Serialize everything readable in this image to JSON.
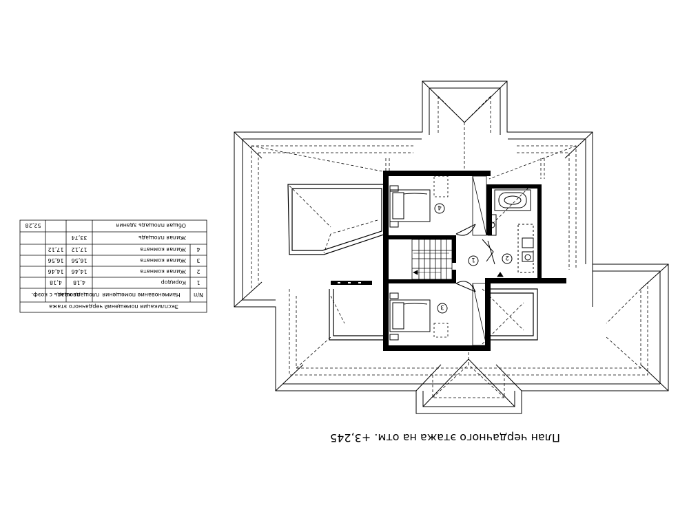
{
  "plan_title": "План чердачного этажа на отм. +3,245",
  "room_markers": [
    "1",
    "2",
    "3",
    "4"
  ],
  "explication": {
    "title": "Экспликация помещений чердачного этажа",
    "headers": {
      "num": "N/п",
      "name": "Наименование помещения",
      "area_m2": "площадь кв.м",
      "area_coef": "площадь с коэф."
    },
    "rows": [
      {
        "num": "1",
        "name": "Коридор",
        "area_m2": "4,18",
        "area_coef": "4,18"
      },
      {
        "num": "2",
        "name": "Жилая комната",
        "area_m2": "14,46",
        "area_coef": "14,46"
      },
      {
        "num": "3",
        "name": "Жилая комната",
        "area_m2": "16,56",
        "area_coef": "16,56"
      },
      {
        "num": "4",
        "name": "Жилая комната",
        "area_m2": "17,12",
        "area_coef": "17,12"
      }
    ],
    "living_area_label": "Жилая площадь",
    "living_area_value": "33,74",
    "total_area_label": "Общая площадь здания",
    "total_area_value": "52,28"
  }
}
